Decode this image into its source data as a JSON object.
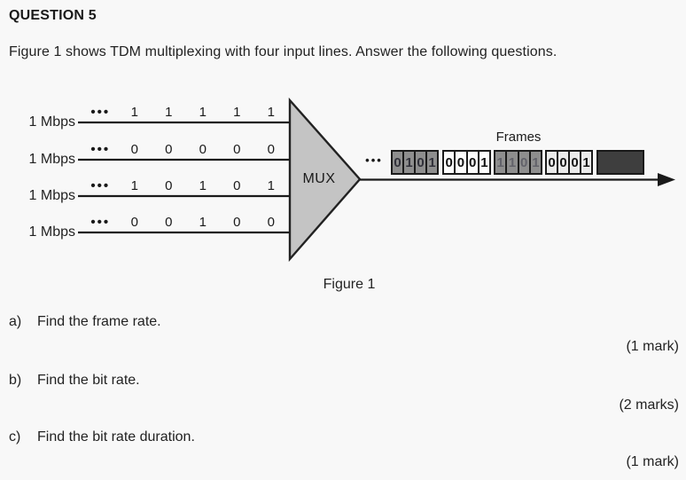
{
  "header": {
    "title": "QUESTION 5",
    "intro": "Figure 1 shows TDM multiplexing with four input lines. Answer the following questions."
  },
  "figure": {
    "caption": "Figure 1",
    "mux_label": "MUX",
    "frames_label": "Frames",
    "ellipsis": "•••",
    "inputs": [
      {
        "rate": "1 Mbps",
        "bits": [
          "1",
          "1",
          "1",
          "1",
          "1"
        ]
      },
      {
        "rate": "1 Mbps",
        "bits": [
          "0",
          "0",
          "0",
          "0",
          "0"
        ]
      },
      {
        "rate": "1 Mbps",
        "bits": [
          "1",
          "0",
          "1",
          "0",
          "1"
        ]
      },
      {
        "rate": "1 Mbps",
        "bits": [
          "0",
          "0",
          "1",
          "0",
          "0"
        ]
      }
    ],
    "frames": [
      {
        "bits": [
          "0",
          "1",
          "0",
          "1"
        ],
        "style": "shaded"
      },
      {
        "bits": [
          "0",
          "0",
          "0",
          "1"
        ],
        "style": "white"
      },
      {
        "bits": [
          "1",
          "1",
          "0",
          "1"
        ],
        "style": "shaded-faint"
      },
      {
        "bits": [
          "0",
          "0",
          "0",
          "1"
        ],
        "style": "light"
      },
      {
        "bits": [],
        "style": "dark"
      }
    ]
  },
  "questions": [
    {
      "label": "a)",
      "text": "Find the frame rate.",
      "marks": "(1 mark)"
    },
    {
      "label": "b)",
      "text": "Find the bit rate.",
      "marks": "(2 marks)"
    },
    {
      "label": "c)",
      "text": "Find the bit rate duration.",
      "marks": "(1 mark)"
    }
  ],
  "colors": {
    "line": "#1a1a1a",
    "mux_fill": "#c4c4c4",
    "mux_stroke": "#222222",
    "frame_shaded": "#8e8e8e",
    "frame_dark": "#3e3e3e",
    "background": "#f8f8f8"
  }
}
